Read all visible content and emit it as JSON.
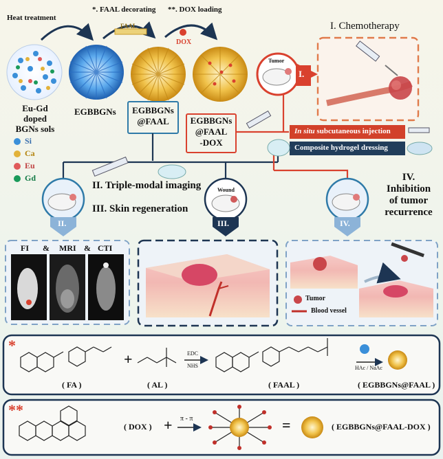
{
  "colors": {
    "accent_red": "#d9412e",
    "accent_blue": "#1f5f8b",
    "navy": "#1d3553",
    "hydrogel_panel": "#213d5a",
    "injection_panel": "#d2412a",
    "si": "#3a8fd9",
    "ca": "#e2b23a",
    "eu": "#e05a5a",
    "gd": "#1a9a5a"
  },
  "top": {
    "step1": "Heat treatment",
    "step2": "*. FAAL decorating",
    "step3": "**. DOX loading",
    "faal_tag": "FAAL",
    "dox_tag": "DOX",
    "sol_label": [
      "Eu-Gd",
      "doped",
      "BGNs sols"
    ],
    "egbbgns": "EGBBGNs",
    "egbbgns_faal": [
      "EGBBGNs",
      "@FAAL"
    ],
    "egbbgns_faal_dox": [
      "EGBBGNs",
      "@FAAL",
      "-DOX"
    ]
  },
  "legend": [
    {
      "name": "Si",
      "color": "#3a8fd9"
    },
    {
      "name": "Ca",
      "color": "#e2b23a"
    },
    {
      "name": "Eu",
      "color": "#e05a5a"
    },
    {
      "name": "Gd",
      "color": "#1a9a5a"
    }
  ],
  "right": {
    "chemo_title": "I. Chemotherapy",
    "roman_1": "I.",
    "tumor_word": "Tumor",
    "injection_pre": "In situ",
    "injection_post": " subcutaneous injection",
    "hydrogel": "Composite hydrogel dressing"
  },
  "middle": {
    "imaging": "II. Triple-modal imaging",
    "skin": "III. Skin regeneration",
    "inhibition": [
      "IV.",
      "Inhibition",
      "of tumor",
      "recurrence"
    ],
    "wound_word": "Wound",
    "roman_2": "II.",
    "roman_3": "III.",
    "roman_4": "IV."
  },
  "panels": {
    "fi": "FI",
    "amp1": "&",
    "mri": "MRI",
    "amp2": "&",
    "cti": "CTI",
    "tumor_legend": "Tumor",
    "vessel_legend": "Blood vessel"
  },
  "reaction1": {
    "star": "*",
    "fa": "( FA )",
    "plus": "+",
    "al": "( AL )",
    "edc": "EDC",
    "nhs": "NHS",
    "faal": "( FAAL )",
    "hac": "HAc / NaAc",
    "product": "( EGBBGNs@FAAL )"
  },
  "reaction2": {
    "star": "**",
    "dox": "( DOX )",
    "plus": "+",
    "pipi": "π - π",
    "equals": "=",
    "product": "( EGBBGNs@FAAL-DOX )"
  }
}
